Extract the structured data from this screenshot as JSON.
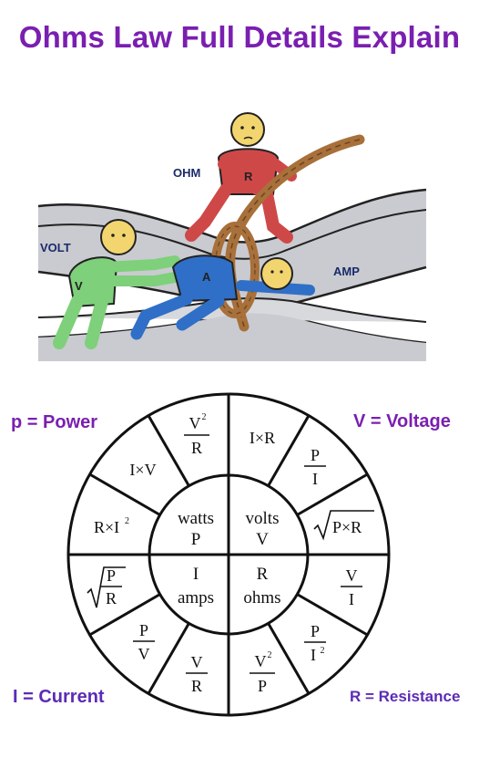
{
  "title": "Ohms Law Full Details Explain",
  "cartoon": {
    "ohm_label": "OHM",
    "volt_label": "VOLT",
    "amp_label": "AMP",
    "r_letter": "R",
    "v_letter": "V",
    "a_letter": "A"
  },
  "legend": {
    "power": "p = Power",
    "voltage": "V = Voltage",
    "current": "I  = Current",
    "resistance": "R = Resistance"
  },
  "center": {
    "watts_word": "watts",
    "watts_sym": "P",
    "volts_word": "volts",
    "volts_sym": "V",
    "amps_sym": "I",
    "amps_word": "amps",
    "ohms_sym": "R",
    "ohms_word": "ohms"
  },
  "formulas": {
    "v2_over_r": {
      "num": "V",
      "sup": "2",
      "den": "R"
    },
    "i_times_v": "I×V",
    "r_times_i2": {
      "base": "R×I",
      "sup": "2"
    },
    "sqrt_p_over_r": {
      "num": "P",
      "den": "R"
    },
    "p_over_v": {
      "num": "P",
      "den": "V"
    },
    "v_over_r": {
      "num": "V",
      "den": "R"
    },
    "i_times_r": "I×R",
    "p_over_i": {
      "num": "P",
      "den": "I"
    },
    "sqrt_p_times_r": "P×R",
    "v_over_i": {
      "num": "V",
      "den": "I"
    },
    "p_over_i2": {
      "num": "P",
      "den": "I",
      "sup": "2"
    },
    "v2_over_p": {
      "num": "V",
      "sup": "2",
      "den": "P"
    }
  },
  "colors": {
    "title": "#7a1fb0",
    "legend": "#7a1fb0",
    "current": "#5b2bb5",
    "ohm_shirt": "#cf4848",
    "volt_body": "#7ed07a",
    "amp_body": "#2f6fc7",
    "rope": "#a8703a"
  }
}
